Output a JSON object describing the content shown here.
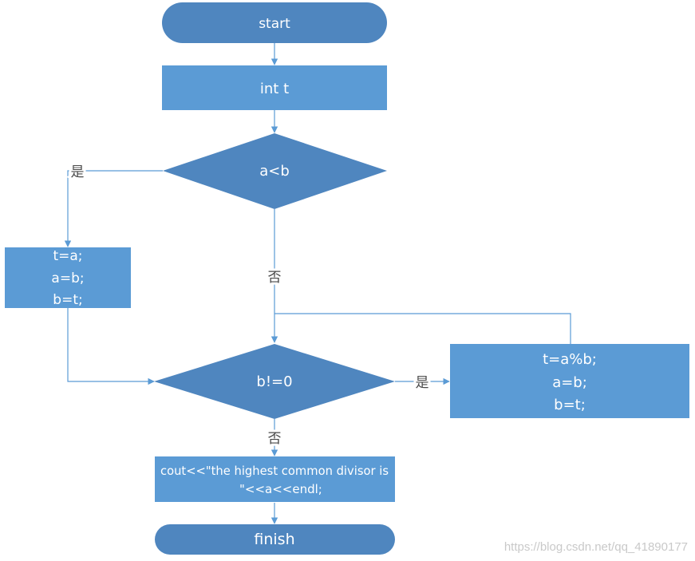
{
  "colors": {
    "terminal_fill": "#4f86bf",
    "process_fill": "#5b9bd5",
    "decision_fill": "#4f86bf",
    "connector": "#5b9bd5",
    "node_text": "#ffffff",
    "label_text": "#4a4a4a"
  },
  "nodes": {
    "start": {
      "text": "start"
    },
    "init": {
      "text": "int t"
    },
    "cond1": {
      "text": "a<b"
    },
    "swap": {
      "lines": [
        "t=a;",
        "a=b;",
        "b=t;"
      ]
    },
    "cond2": {
      "text": "b!=0"
    },
    "loop": {
      "lines": [
        "t=a%b;",
        "a=b;",
        "b=t;"
      ]
    },
    "output": {
      "lines": [
        "cout<<\"the highest common divisor is",
        "\"<<a<<endl;"
      ]
    },
    "finish": {
      "text": "finish"
    }
  },
  "edge_labels": {
    "cond1_yes": "是",
    "cond1_no": "否",
    "cond2_yes": "是",
    "cond2_no": "否"
  },
  "watermark": "https://blog.csdn.net/qq_41890177"
}
